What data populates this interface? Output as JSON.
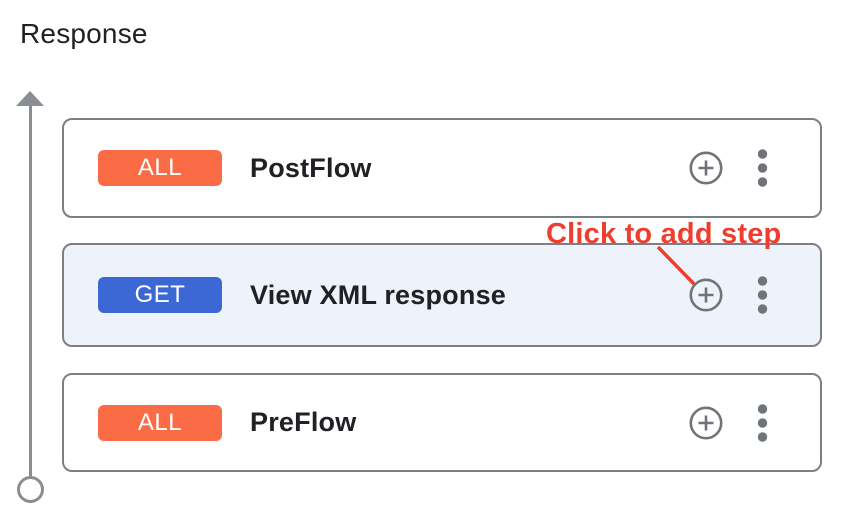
{
  "section": {
    "title": "Response"
  },
  "cards": [
    {
      "method": "ALL",
      "name": "PostFlow",
      "selected": false
    },
    {
      "method": "GET",
      "name": "View XML response",
      "selected": true
    },
    {
      "method": "ALL",
      "name": "PreFlow",
      "selected": false
    }
  ],
  "annotation": {
    "label": "Click to add step"
  },
  "icons": {
    "add_step": "add-circle-icon",
    "more": "more-vertical-icon",
    "direction": "arrow-up-icon",
    "start": "flow-start-circle"
  },
  "colors": {
    "badge-all": "#fa6c45",
    "badge-get": "#3b68d4",
    "selected-card-bg": "#eef2fb",
    "card-border": "#7b8087",
    "annotation-red": "#ef3d2e",
    "icon-gray": "#6f7479",
    "rail-gray": "#8a8e92",
    "title-text": "#202124"
  }
}
